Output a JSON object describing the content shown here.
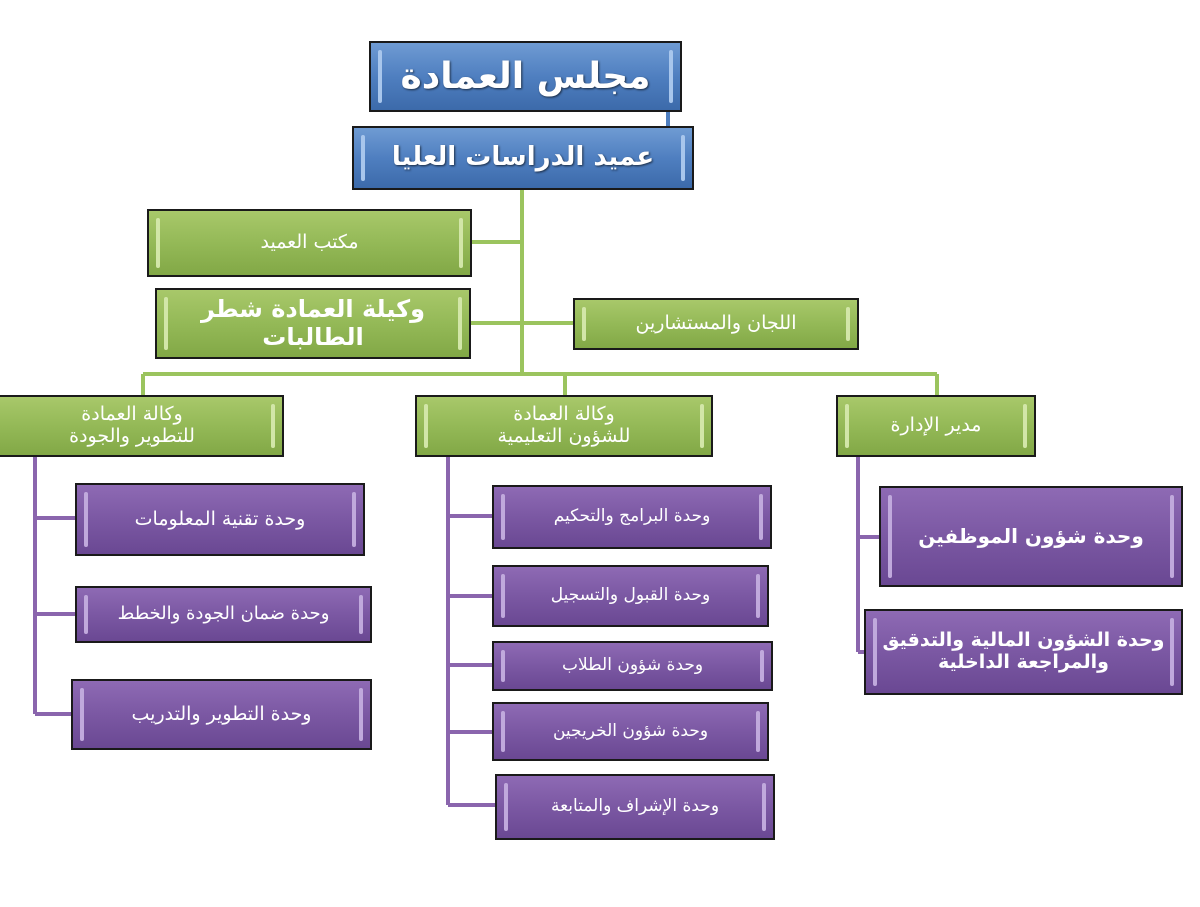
{
  "chart": {
    "council": "مجلس العمادة",
    "dean": "عميد  الدراسات العليا",
    "dean_office": "مكتب العميد",
    "female_vice_dean": "وكيلة العمادة  شطر الطالبات",
    "committees": "اللجان والمستشارين",
    "admin_director": "مدير الإدارة",
    "education_vice": "وكالة العمادة\nللشؤون التعليمية",
    "development_vice": "وكالة العمادة\nللتطوير والجودة",
    "admin_units": [
      "وحدة شؤون الموظفين",
      "وحدة الشؤون المالية والتدقيق\nوالمراجعة الداخلية"
    ],
    "education_units": [
      "وحدة  البرامج والتحكيم",
      "وحدة  القبول والتسجيل",
      "وحدة  شؤون الطلاب",
      "وحدة شؤون الخريجين",
      "وحدة الإشراف والمتابعة"
    ],
    "development_units": [
      "وحدة  تقنية المعلومات",
      "وحدة  ضمان الجودة والخطط",
      "وحدة التطوير والتدريب"
    ]
  },
  "colors": {
    "blue_box": "#4f7fc0",
    "green_box": "#94b957",
    "purple_box": "#7b58a3",
    "green_line": "#9bc45e",
    "purple_line": "#8a65ad",
    "blue_line": "#4f7fc0"
  }
}
